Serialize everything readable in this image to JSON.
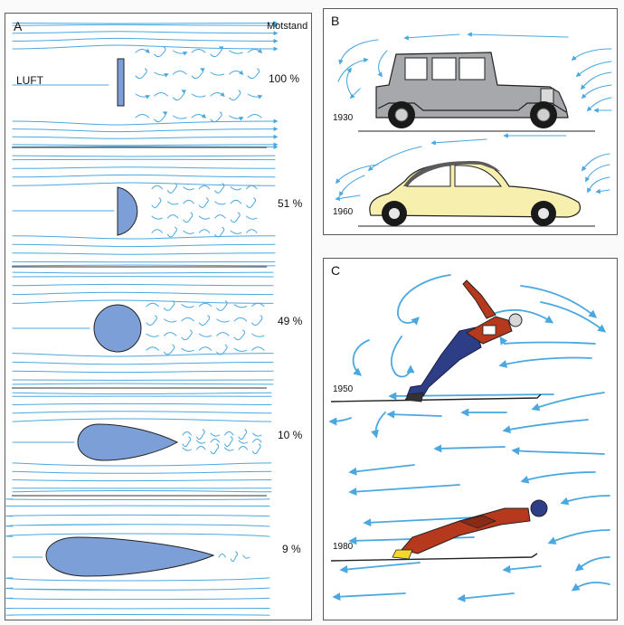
{
  "colors": {
    "flow": "#4aa8e0",
    "shape_fill": "#7d9fd8",
    "shape_stroke": "#222222",
    "car_1930": "#a7a8ab",
    "car_1960": "#f7efae",
    "suit_1950": "#2d3d86",
    "suit_red": "#b6391d",
    "boots_1980": "#f2d72c"
  },
  "panel_a": {
    "label": "A",
    "header": "Motstand",
    "air_label": "LUFT",
    "rows": [
      {
        "shape": "flat-plate",
        "drag": "100 %"
      },
      {
        "shape": "half-disc",
        "drag": "51 %"
      },
      {
        "shape": "circle",
        "drag": "49 %"
      },
      {
        "shape": "teardrop",
        "drag": "10 %"
      },
      {
        "shape": "airfoil",
        "drag": "9 %"
      }
    ]
  },
  "panel_b": {
    "label": "B",
    "cars": [
      {
        "year": "1930",
        "icon": "vintage-car-icon"
      },
      {
        "year": "1960",
        "icon": "streamlined-car-icon"
      }
    ]
  },
  "panel_c": {
    "label": "C",
    "jumpers": [
      {
        "year": "1950",
        "icon": "ski-jumper-1950-icon"
      },
      {
        "year": "1980",
        "icon": "ski-jumper-1980-icon"
      }
    ]
  }
}
